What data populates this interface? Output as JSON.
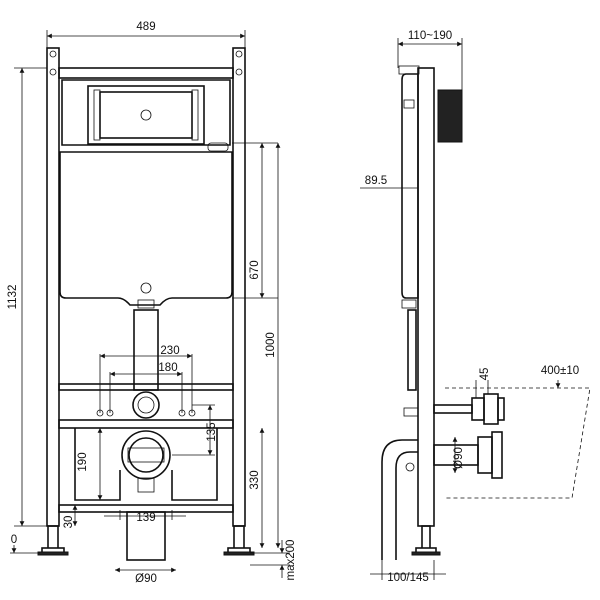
{
  "front_view": {
    "dims": {
      "width_total": "489",
      "height_total": "1132",
      "cistern_height": "670",
      "to_top_of_cistern": "1000",
      "fixing_spacing_outer": "230",
      "fixing_spacing_inner": "180",
      "inlet_height": "135",
      "pan_bracket_height": "190",
      "foot_height": "30",
      "outlet_spacing": "139",
      "outlet_diameter": "Ø90",
      "outlet_height": "330",
      "floor_zero": "0",
      "foot_extension": "max200"
    }
  },
  "side_view": {
    "dims": {
      "plate_depth": "110~190",
      "frame_depth": "89.5",
      "inlet_offset": "45",
      "pan_length": "400±10",
      "outlet_diameter": "Ø90",
      "base_depth": "100/145"
    }
  }
}
